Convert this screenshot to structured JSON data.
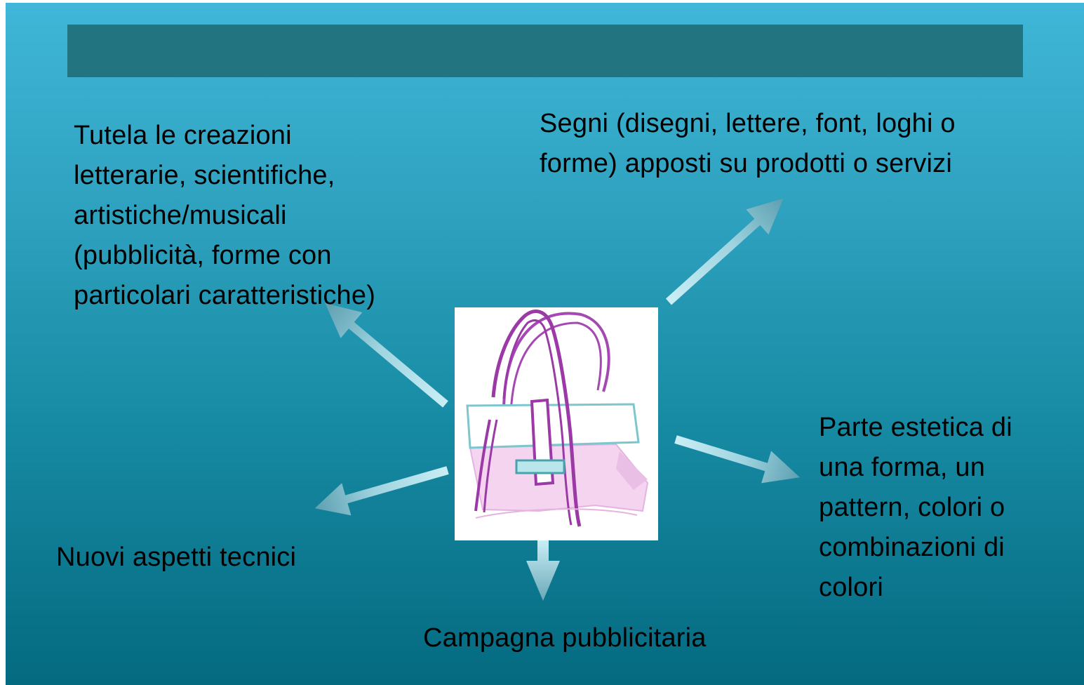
{
  "title": "",
  "labels": {
    "copyright": "Tutela le creazioni\nletterarie, scientifiche,\nartistiche/musicali\n(pubblicità, forme con\nparticolari caratteristiche)",
    "trademark": "Segni (disegni, lettere, font, loghi o\nforme) apposti su prodotti o servizi",
    "design": "Parte estetica di\nuna forma, un\npattern, colori o\ncombinazioni di\ncolori",
    "patent": "Nuovi aspetti tecnici",
    "advertising": "Campagna pubblicitaria"
  },
  "center_image": "handbag-sketch",
  "colors": {
    "title_bar": "#237481",
    "handbag_outline": "#9b3aa6",
    "handbag_fill": "#f1c9ec",
    "handbag_flap": "#78c2c9"
  }
}
